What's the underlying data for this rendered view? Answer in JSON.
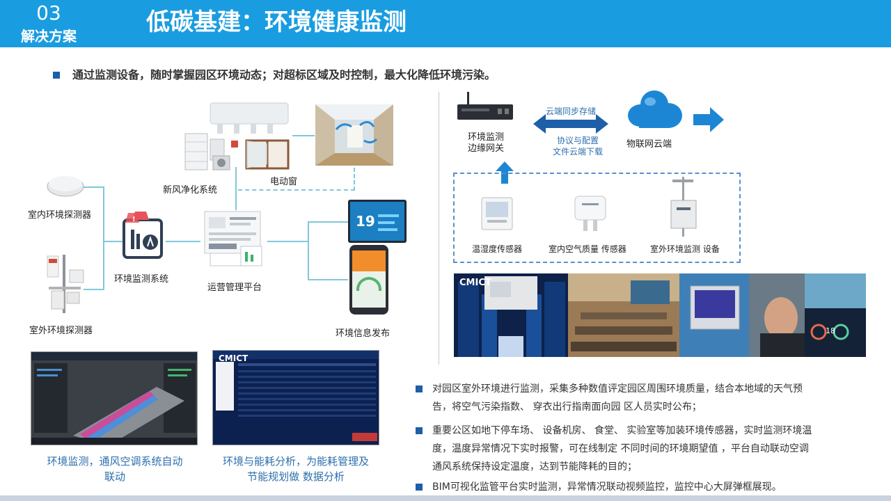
{
  "header": {
    "section_number": "03",
    "section_name": "解决方案",
    "title": "低碳基建：环境健康监测"
  },
  "intro": "通过监测设备，随时掌握园区环境动态；对超标区域及时控制，最大化降低环境污染。",
  "diagram": {
    "fresh_air": "新风净化系统",
    "electric_window": "电动窗",
    "indoor_detector": "室内环境探测器",
    "monitor_system": "环境监测系统",
    "ops_platform": "运营管理平台",
    "outdoor_detector": "室外环境探测器",
    "info_publish": "环境信息发布",
    "screen_temp": "19"
  },
  "right_diagram": {
    "gateway": "环境监测\n边缘网关",
    "gateway_l1": "环境监测",
    "gateway_l2": "边缘网关",
    "cloud_sync": "云端同步存储",
    "protocol": "协议与配置",
    "download": "文件云端下载",
    "iot_cloud": "物联网云端",
    "sensor_temp": "温湿度传感器",
    "sensor_air": "室内空气质量 传感器",
    "sensor_outdoor": "室外环境监测 设备"
  },
  "photos": {
    "brand": "CMICT",
    "panel_value": "18"
  },
  "bottom_left": {
    "caption1_l1": "环境监测，通风空调系统自动",
    "caption1_l2": "联动",
    "caption2_l1": "环境与能耗分析，为能耗管理及",
    "caption2_l2": "节能规划做 数据分析",
    "brand": "CMICT"
  },
  "bullets": [
    {
      "l1": "对园区室外环境进行监测，采集多种数值评定园区周围环境质量，结合本地域的天气预",
      "l2": "告，将空气污染指数、  穿衣出行指南面向园 区人员实时公布；"
    },
    {
      "l1": "重要公区如地下停车场、  设备机房、  食堂、  实验室等加装环境传感器，实时监测环境温",
      "l2": "度，温度异常情况下实时报警，可在线制定 不同时间的环境期望值 ，平台自动联动空调",
      "l3": "通风系统保持设定温度，达到节能降耗的目的；"
    },
    {
      "l1": "BIM可视化监管平台实时监测，异常情况联动视频监控，监控中心大屏弹框展现。"
    }
  ],
  "colors": {
    "header": "#1a9ce0",
    "accent": "#1d5fa8",
    "caption": "#2c6fad",
    "connector": "#7fc8d8"
  }
}
